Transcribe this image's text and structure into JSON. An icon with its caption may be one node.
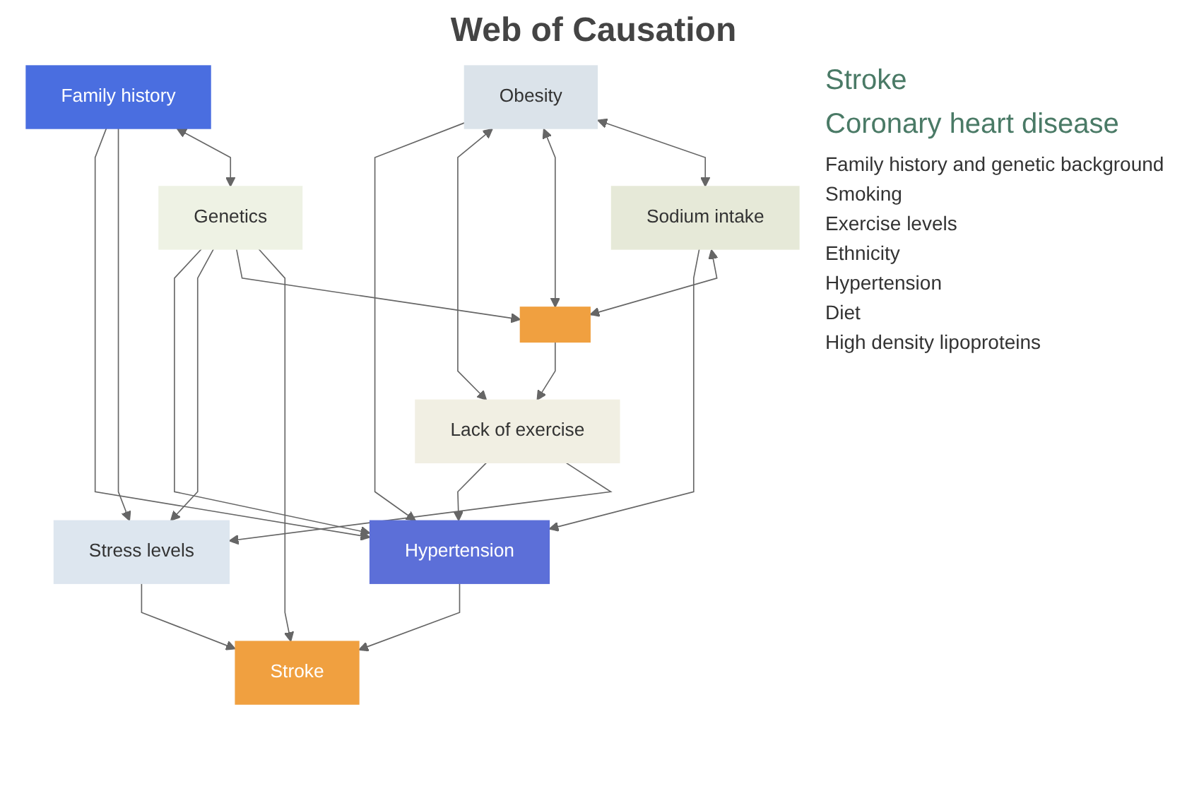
{
  "diagram": {
    "title": "Web of Causation",
    "nodes": [
      {
        "text": [
          "Hypertension"
        ]
      },
      {
        "text": [
          "Family history"
        ]
      },
      {
        "text": [
          "Stress levels"
        ]
      },
      {
        "text": [
          "Obesity"
        ]
      },
      {
        "text": [
          "Lack of exercise"
        ]
      },
      {
        "text": [
          "Genetics"
        ]
      },
      {
        "text": [
          "Sodium intake"
        ]
      },
      {
        "text": [],
        "shape": "box"
      },
      {
        "text": [
          "Stroke"
        ]
      }
    ],
    "edges": [
      {
        "from": 1,
        "to": 0,
        "arrow": "to"
      },
      {
        "from": 1,
        "to": 2,
        "arrow": "to"
      },
      {
        "from": 2,
        "to": 8,
        "arrow": "to"
      },
      {
        "from": 6,
        "to": 0,
        "arrow": "to"
      },
      {
        "from": 3,
        "to": 0,
        "arrow": "to"
      },
      {
        "from": 4,
        "to": 0,
        "arrow": "to"
      },
      {
        "from": 5,
        "to": 0,
        "arrow": "to"
      },
      {
        "from": 0,
        "to": 8,
        "arrow": "to"
      },
      {
        "from": 1,
        "to": 5,
        "arrow": "both"
      },
      {
        "from": 3,
        "to": 4,
        "arrow": "both"
      },
      {
        "from": 4,
        "to": 2,
        "arrow": "to"
      },
      {
        "from": 5,
        "to": 2,
        "arrow": "to"
      },
      {
        "from": 3,
        "to": 7,
        "arrow": "both"
      },
      {
        "from": 3,
        "to": 6,
        "arrow": "both"
      },
      {
        "from": 6,
        "to": 7,
        "arrow": "both"
      },
      {
        "from": 7,
        "to": 4,
        "arrow": "to"
      },
      {
        "from": 5,
        "to": 7,
        "arrow": "to"
      },
      {
        "from": 5,
        "to": 8,
        "arrow": "to"
      }
    ],
    "labels": [
      "Stroke",
      "Coronary heart disease",
      "Family history and genetic background",
      "Smoking",
      "Exercise levels",
      "Ethnicity",
      "Hypertension",
      "Diet",
      "High density lipoproteins"
    ]
  }
}
